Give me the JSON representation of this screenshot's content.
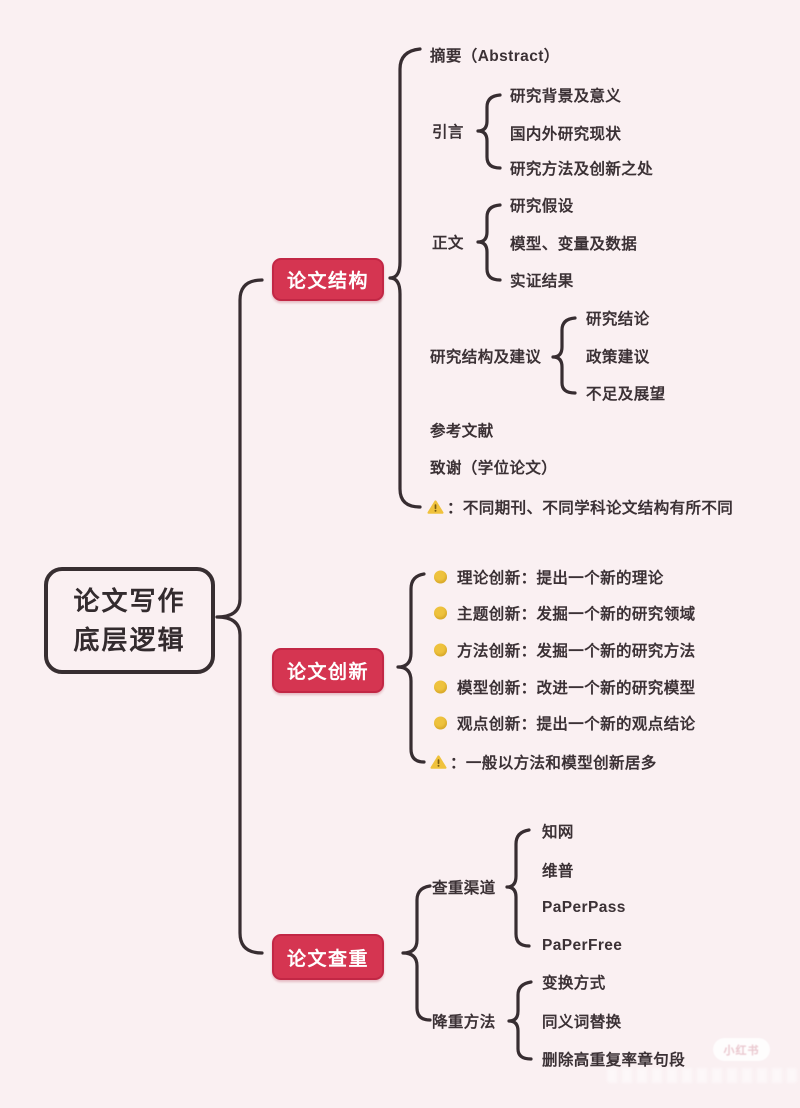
{
  "root": {
    "title_line1": "论文写作",
    "title_line2": "底层逻辑"
  },
  "structure": {
    "label": "论文结构",
    "abstract": "摘要（Abstract）",
    "intro": {
      "label": "引言",
      "items": [
        "研究背景及意义",
        "国内外研究现状",
        "研究方法及创新之处"
      ]
    },
    "body": {
      "label": "正文",
      "items": [
        "研究假设",
        "模型、变量及数据",
        "实证结果"
      ]
    },
    "conclusion": {
      "label": "研究结构及建议",
      "items": [
        "研究结论",
        "政策建议",
        "不足及展望"
      ]
    },
    "references": "参考文献",
    "thanks": "致谢（学位论文）",
    "note": "：不同期刊、不同学科论文结构有所不同"
  },
  "innovation": {
    "label": "论文创新",
    "items": [
      "理论创新：提出一个新的理论",
      "主题创新：发掘一个新的研究领域",
      "方法创新：发掘一个新的研究方法",
      "模型创新：改进一个新的研究模型",
      "观点创新：提出一个新的观点结论"
    ],
    "note": "：一般以方法和模型创新居多"
  },
  "check": {
    "label": "论文查重",
    "channels": {
      "label": "查重渠道",
      "items": [
        "知网",
        "维普",
        "PaPerPass",
        "PaPerFree"
      ]
    },
    "reduce": {
      "label": "降重方法",
      "items": [
        "变换方式",
        "同义词替换",
        "删除高重复率章句段"
      ]
    }
  },
  "watermark": {
    "label": "小红书"
  },
  "colors": {
    "background": "#faf0f2",
    "node_red": "#d53551",
    "node_border": "#c22745",
    "line": "#372d31",
    "text": "#3b3135",
    "bullet_gold": "#eec23d",
    "warning_yellow": "#f0c23c"
  }
}
